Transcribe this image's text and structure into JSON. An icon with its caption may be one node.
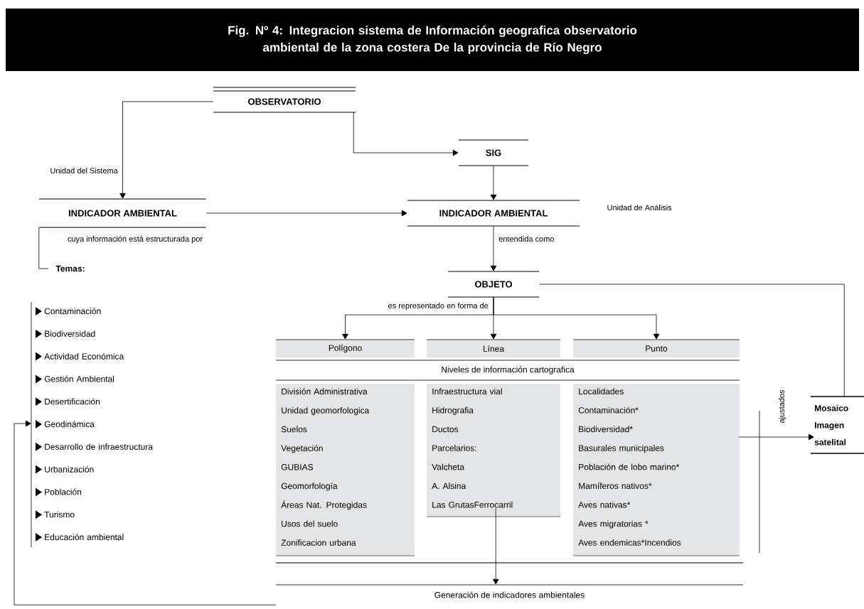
{
  "diagram": {
    "title": "Fig. Nº 4: Integracion sistema de Información geografica observatorio ambiental de la zona costera De la provincia de Río Negro",
    "nodes": [
      {
        "text": [
          "OBSERVATORIO"
        ]
      },
      {
        "text": [
          "SIG"
        ]
      },
      {
        "text": [
          "INDICADOR AMBIENTAL"
        ]
      },
      {
        "text": [
          "INDICADOR AMBIENTAL"
        ],
        "beside": [
          "Unidad de Análisis"
        ]
      },
      {
        "text": [
          "OBJETO"
        ]
      },
      {
        "text": [
          "Polígono"
        ]
      },
      {
        "text": [
          "Línea"
        ]
      },
      {
        "text": [
          "Punto"
        ]
      },
      {
        "text": [
          "Niveles de información cartografica"
        ]
      },
      {
        "text": [
          "División Administrativa",
          "Unidad geomorfologica",
          "Suelos",
          "Vegetación",
          "GUBIAS",
          "Geomorfología",
          "Áreas Nat. Protegidas",
          "Usos del suelo",
          "Zonificacion urbana"
        ]
      },
      {
        "text": [
          "Infraestructura vial",
          "Hidrografia",
          "Ductos",
          "Parcelarios:",
          "Valcheta",
          "A. Alsina",
          "Las GrutasFerrocarril"
        ]
      },
      {
        "text": [
          "Localidades",
          "Contaminación*",
          "Biodiversidad*",
          "Basurales municipales",
          "Población de lobo marino*",
          "Mamíferos nativos*",
          "Aves nativas*",
          "Aves migratorias *",
          "Aves endemicas*Incendios"
        ]
      },
      {
        "text": [
          "Mosaico Imagen satelital"
        ]
      },
      {
        "text": [
          "Generación de indicadores ambientales"
        ]
      },
      {
        "text": [
          "Temas:"
        ]
      },
      {
        "text": [
          "Contaminación",
          "Biodiversidad",
          "Actividad Económica",
          "Gestión Ambiental",
          "Desertificación",
          "Geodinámica",
          "Desarrollo de infraestructura",
          "Urbanización",
          "Población",
          "Turismo",
          "Educación ambiental"
        ]
      }
    ],
    "edges": [
      {
        "from": 0,
        "to": 1,
        "arrow": "to"
      },
      {
        "from": 0,
        "to": 2,
        "arrow": "to",
        "label": "Unidad del Sistema"
      },
      {
        "from": 2,
        "to": 3,
        "arrow": "to"
      },
      {
        "from": 1,
        "to": 3,
        "arrow": "to"
      },
      {
        "from": 3,
        "to": 4,
        "arrow": "to",
        "label": "entendida como"
      },
      {
        "from": 4,
        "to": 5,
        "arrow": "to"
      },
      {
        "from": 4,
        "to": 6,
        "arrow": "to",
        "label": "es representado en forma de"
      },
      {
        "from": 4,
        "to": 7,
        "arrow": "to"
      },
      {
        "from": 4,
        "to": 12,
        "arrow": "none"
      },
      {
        "from": 11,
        "to": 12,
        "arrow": "to",
        "label": "ajustados"
      },
      {
        "from": 10,
        "to": 13,
        "arrow": "to"
      },
      {
        "from": 13,
        "to": 15,
        "arrow": "to"
      },
      {
        "from": 2,
        "to": 14,
        "arrow": "none",
        "label": "cuya información está estructurada por"
      }
    ]
  }
}
